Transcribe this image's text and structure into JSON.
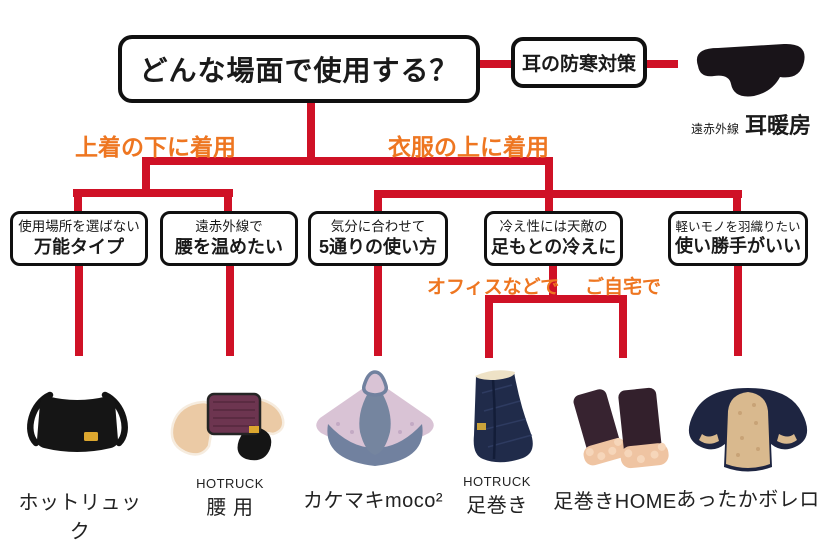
{
  "title": "どんな場面で使用する？",
  "ear": {
    "box_label": "耳の防寒対策",
    "product_prefix": "遠赤外線",
    "product_name": "耳暖房"
  },
  "branches": {
    "under_outerwear": "上着の下に着用",
    "over_clothes": "衣服の上に着用",
    "office": "オフィスなどで",
    "home": "ご自宅で"
  },
  "decision_boxes": [
    {
      "line1": "使用場所を選ばない",
      "line2": "万能タイプ"
    },
    {
      "line1": "遠赤外線で",
      "line2": "腰を温めたい"
    },
    {
      "line1": "気分に合わせて",
      "line2": "5通りの使い方"
    },
    {
      "line1": "冷え性には天敵の",
      "line2": "足もとの冷えに"
    },
    {
      "line1": "軽いモノを羽織りたい",
      "line2": "使い勝手がいい"
    }
  ],
  "products": [
    {
      "brand": "",
      "name": "ホットリュック"
    },
    {
      "brand": "HOTRUCK",
      "name": "腰 用"
    },
    {
      "brand": "",
      "name": "カケマキmoco²"
    },
    {
      "brand": "HOTRUCK",
      "name": "足巻き"
    },
    {
      "brand": "",
      "name": "足巻きHOME"
    },
    {
      "brand": "",
      "name": "あったかボレロ"
    }
  ],
  "colors": {
    "line_red": "#cf1126",
    "accent_orange": "#ee7621"
  }
}
